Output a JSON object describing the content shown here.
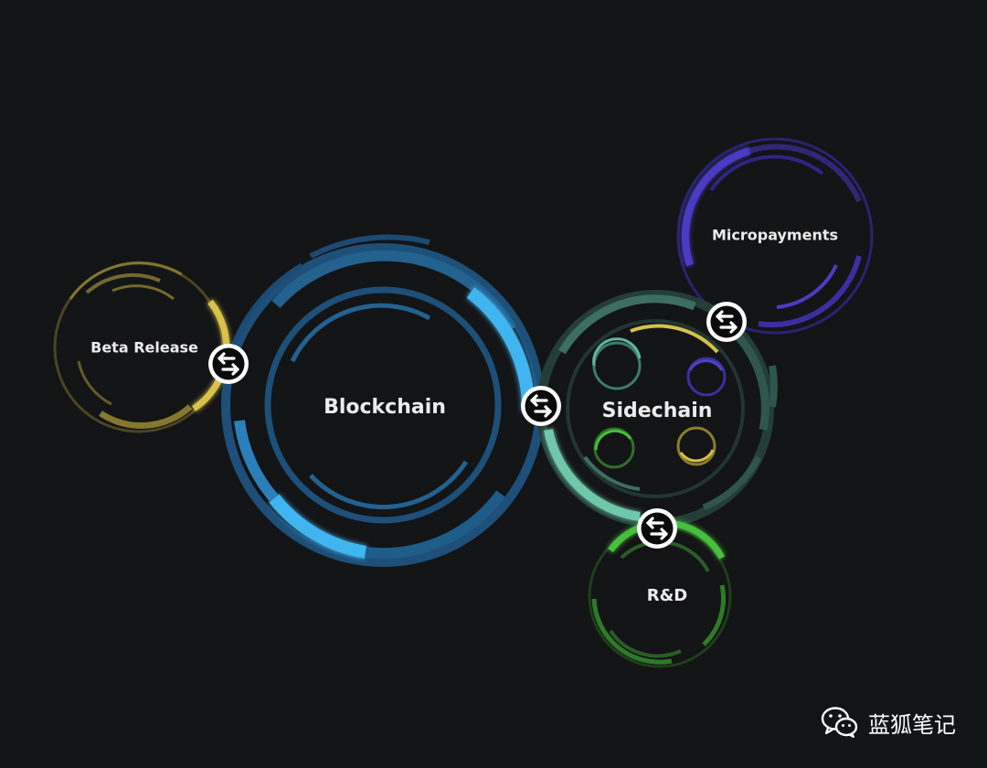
{
  "nodes": {
    "beta_release": {
      "label": "Beta Release",
      "color": "#b5a13a"
    },
    "blockchain": {
      "label": "Blockchain",
      "color": "#3aa9e6"
    },
    "sidechain": {
      "label": "Sidechain",
      "color": "#5fb59a"
    },
    "micropayments": {
      "label": "Micropayments",
      "color": "#4636b8"
    },
    "rnd": {
      "label": "R&D",
      "color": "#46c03c"
    }
  },
  "connectors": [
    {
      "from": "beta_release",
      "to": "blockchain",
      "icon": "swap-arrows-icon"
    },
    {
      "from": "blockchain",
      "to": "sidechain",
      "icon": "swap-arrows-icon"
    },
    {
      "from": "sidechain",
      "to": "micropayments",
      "icon": "swap-arrows-icon"
    },
    {
      "from": "sidechain",
      "to": "rnd",
      "icon": "swap-arrows-icon"
    }
  ],
  "watermark": {
    "text": "蓝狐笔记",
    "icon": "wechat-icon"
  }
}
